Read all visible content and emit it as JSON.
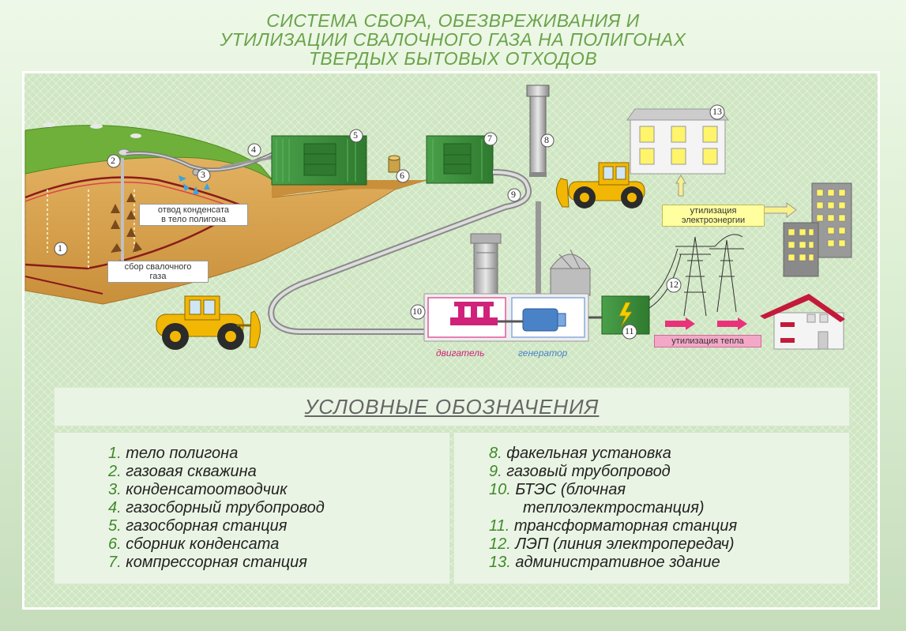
{
  "title": {
    "line1": "СИСТЕМА СБОРА, ОБЕЗВРЕЖИВАНИЯ И",
    "line2": "УТИЛИЗАЦИИ СВАЛОЧНОГО ГАЗА НА ПОЛИГОНАХ",
    "line3": "ТВЕРДЫХ БЫТОВЫХ ОТХОДОВ"
  },
  "diagram": {
    "labels": {
      "condensate_return": "отвод конденсата\nв тело полигона",
      "gas_collection": "сбор свалочного\nгаза",
      "engine": "двигатель",
      "generator": "генератор",
      "electricity_use": "утилизация\nэлектроэнергии",
      "heat_use": "утилизация тепла"
    },
    "markers": [
      "1",
      "2",
      "3",
      "4",
      "5",
      "6",
      "7",
      "8",
      "9",
      "10",
      "11",
      "12",
      "13"
    ]
  },
  "legend": {
    "heading": "УСЛОВНЫЕ ОБОЗНАЧЕНИЯ",
    "left": [
      {
        "num": "1.",
        "text": "тело полигона"
      },
      {
        "num": "2.",
        "text": "газовая скважина"
      },
      {
        "num": "3.",
        "text": "конденсатоотводчик"
      },
      {
        "num": "4.",
        "text": "газосборный трубопровод"
      },
      {
        "num": "5.",
        "text": "газосборная станция"
      },
      {
        "num": "6.",
        "text": "сборник конденсата"
      },
      {
        "num": "7.",
        "text": "компрессорная станция"
      }
    ],
    "right": [
      {
        "num": "8.",
        "text": "факельная установка"
      },
      {
        "num": "9.",
        "text": "газовый трубопровод"
      },
      {
        "num": "10.",
        "text": "БТЭС (блочная",
        "cont": "теплоэлектростанция)"
      },
      {
        "num": "11.",
        "text": "трансформаторная станция"
      },
      {
        "num": "12.",
        "text": "ЛЭП (линия электропередач)"
      },
      {
        "num": "13.",
        "text": "административное здание"
      }
    ]
  },
  "colors": {
    "title": "#6aa34a",
    "legend_number": "#3e8a2a",
    "container_green": "#3f8f3f",
    "bulldozer_yellow": "#f2b705",
    "landfill_top": "#6fb03a",
    "landfill_body": "#d9a54e",
    "engine_magenta": "#d0227a",
    "generator_blue": "#4a82c8"
  }
}
